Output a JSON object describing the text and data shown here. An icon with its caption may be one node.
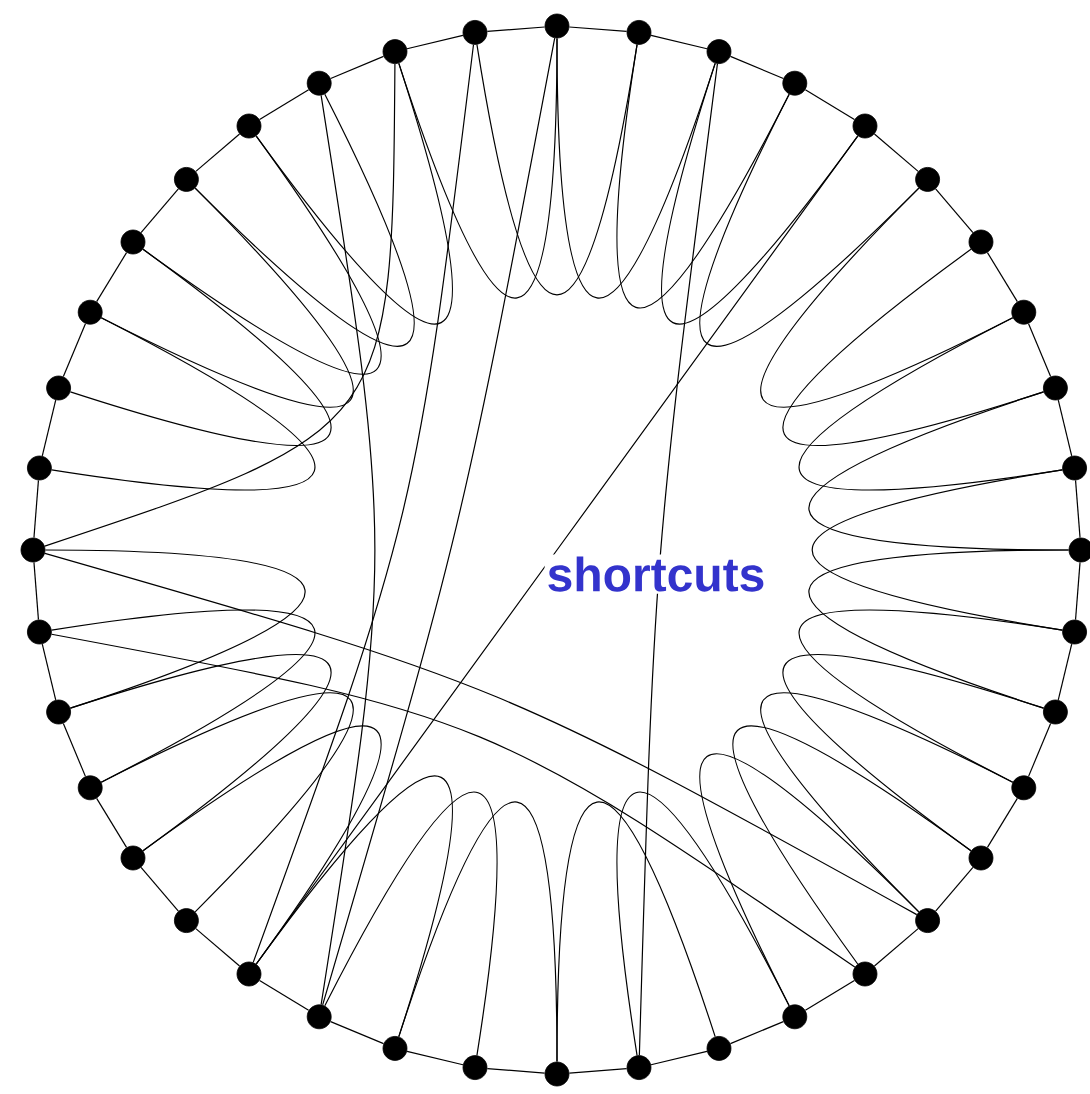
{
  "diagram": {
    "nodes": [
      {
        "text": [],
        "shape": "circle"
      },
      {
        "text": [],
        "shape": "circle"
      },
      {
        "text": [],
        "shape": "circle"
      },
      {
        "text": [],
        "shape": "circle"
      },
      {
        "text": [],
        "shape": "circle"
      },
      {
        "text": [],
        "shape": "circle"
      },
      {
        "text": [],
        "shape": "circle"
      },
      {
        "text": [],
        "shape": "circle"
      },
      {
        "text": [],
        "shape": "circle"
      },
      {
        "text": [],
        "shape": "circle"
      },
      {
        "text": [],
        "shape": "circle"
      },
      {
        "text": [],
        "shape": "circle"
      },
      {
        "text": [],
        "shape": "circle"
      },
      {
        "text": [],
        "shape": "circle"
      },
      {
        "text": [],
        "shape": "circle"
      },
      {
        "text": [],
        "shape": "circle"
      },
      {
        "text": [],
        "shape": "circle"
      },
      {
        "text": [],
        "shape": "circle"
      },
      {
        "text": [],
        "shape": "circle"
      },
      {
        "text": [],
        "shape": "circle"
      },
      {
        "text": [],
        "shape": "circle"
      },
      {
        "text": [],
        "shape": "circle"
      },
      {
        "text": [],
        "shape": "circle"
      },
      {
        "text": [],
        "shape": "circle"
      },
      {
        "text": [],
        "shape": "circle"
      },
      {
        "text": [],
        "shape": "circle"
      },
      {
        "text": [],
        "shape": "circle"
      },
      {
        "text": [],
        "shape": "circle"
      },
      {
        "text": [],
        "shape": "circle"
      },
      {
        "text": [],
        "shape": "circle"
      },
      {
        "text": [],
        "shape": "circle"
      },
      {
        "text": [],
        "shape": "circle"
      },
      {
        "text": [],
        "shape": "circle"
      },
      {
        "text": [],
        "shape": "circle"
      },
      {
        "text": [],
        "shape": "circle"
      },
      {
        "text": [],
        "shape": "circle"
      },
      {
        "text": [],
        "shape": "circle"
      },
      {
        "text": [],
        "shape": "circle"
      },
      {
        "text": [],
        "shape": "circle"
      },
      {
        "text": [],
        "shape": "circle"
      }
    ],
    "edges": [
      {
        "from": 0,
        "to": 1,
        "arrow": "none"
      },
      {
        "from": 1,
        "to": 2,
        "arrow": "none"
      },
      {
        "from": 2,
        "to": 3,
        "arrow": "none"
      },
      {
        "from": 3,
        "to": 4,
        "arrow": "none"
      },
      {
        "from": 4,
        "to": 5,
        "arrow": "none"
      },
      {
        "from": 5,
        "to": 6,
        "arrow": "none"
      },
      {
        "from": 6,
        "to": 7,
        "arrow": "none"
      },
      {
        "from": 7,
        "to": 8,
        "arrow": "none"
      },
      {
        "from": 8,
        "to": 9,
        "arrow": "none"
      },
      {
        "from": 9,
        "to": 10,
        "arrow": "none"
      },
      {
        "from": 10,
        "to": 11,
        "arrow": "none"
      },
      {
        "from": 11,
        "to": 12,
        "arrow": "none"
      },
      {
        "from": 12,
        "to": 13,
        "arrow": "none"
      },
      {
        "from": 13,
        "to": 14,
        "arrow": "none"
      },
      {
        "from": 14,
        "to": 15,
        "arrow": "none"
      },
      {
        "from": 15,
        "to": 16,
        "arrow": "none"
      },
      {
        "from": 16,
        "to": 17,
        "arrow": "none"
      },
      {
        "from": 17,
        "to": 18,
        "arrow": "none"
      },
      {
        "from": 18,
        "to": 19,
        "arrow": "none"
      },
      {
        "from": 19,
        "to": 20,
        "arrow": "none"
      },
      {
        "from": 20,
        "to": 21,
        "arrow": "none"
      },
      {
        "from": 21,
        "to": 22,
        "arrow": "none"
      },
      {
        "from": 22,
        "to": 23,
        "arrow": "none"
      },
      {
        "from": 23,
        "to": 24,
        "arrow": "none"
      },
      {
        "from": 24,
        "to": 25,
        "arrow": "none"
      },
      {
        "from": 25,
        "to": 26,
        "arrow": "none"
      },
      {
        "from": 26,
        "to": 27,
        "arrow": "none"
      },
      {
        "from": 27,
        "to": 28,
        "arrow": "none"
      },
      {
        "from": 28,
        "to": 29,
        "arrow": "none"
      },
      {
        "from": 29,
        "to": 30,
        "arrow": "none"
      },
      {
        "from": 30,
        "to": 31,
        "arrow": "none"
      },
      {
        "from": 31,
        "to": 32,
        "arrow": "none"
      },
      {
        "from": 32,
        "to": 33,
        "arrow": "none"
      },
      {
        "from": 33,
        "to": 34,
        "arrow": "none"
      },
      {
        "from": 34,
        "to": 35,
        "arrow": "none"
      },
      {
        "from": 35,
        "to": 36,
        "arrow": "none"
      },
      {
        "from": 36,
        "to": 37,
        "arrow": "none"
      },
      {
        "from": 37,
        "to": 38,
        "arrow": "none"
      },
      {
        "from": 38,
        "to": 39,
        "arrow": "none"
      },
      {
        "from": 39,
        "to": 0,
        "arrow": "none"
      },
      {
        "from": 1,
        "to": 3,
        "arrow": "none"
      },
      {
        "from": 3,
        "to": 5,
        "arrow": "none"
      },
      {
        "from": 5,
        "to": 7,
        "arrow": "none"
      },
      {
        "from": 6,
        "to": 8,
        "arrow": "none"
      },
      {
        "from": 7,
        "to": 9,
        "arrow": "none"
      },
      {
        "from": 8,
        "to": 10,
        "arrow": "none"
      },
      {
        "from": 9,
        "to": 11,
        "arrow": "none"
      },
      {
        "from": 10,
        "to": 12,
        "arrow": "none"
      },
      {
        "from": 11,
        "to": 13,
        "arrow": "none"
      },
      {
        "from": 12,
        "to": 14,
        "arrow": "none"
      },
      {
        "from": 13,
        "to": 15,
        "arrow": "none"
      },
      {
        "from": 14,
        "to": 16,
        "arrow": "none"
      },
      {
        "from": 15,
        "to": 17,
        "arrow": "none"
      },
      {
        "from": 17,
        "to": 19,
        "arrow": "none"
      },
      {
        "from": 18,
        "to": 20,
        "arrow": "none"
      },
      {
        "from": 20,
        "to": 22,
        "arrow": "none"
      },
      {
        "from": 21,
        "to": 23,
        "arrow": "none"
      },
      {
        "from": 22,
        "to": 24,
        "arrow": "none"
      },
      {
        "from": 24,
        "to": 26,
        "arrow": "none"
      },
      {
        "from": 25,
        "to": 27,
        "arrow": "none"
      },
      {
        "from": 26,
        "to": 28,
        "arrow": "none"
      },
      {
        "from": 27,
        "to": 29,
        "arrow": "none"
      },
      {
        "from": 28,
        "to": 30,
        "arrow": "none"
      },
      {
        "from": 31,
        "to": 33,
        "arrow": "none"
      },
      {
        "from": 32,
        "to": 34,
        "arrow": "none"
      },
      {
        "from": 33,
        "to": 35,
        "arrow": "none"
      },
      {
        "from": 34,
        "to": 36,
        "arrow": "none"
      },
      {
        "from": 35,
        "to": 37,
        "arrow": "none"
      },
      {
        "from": 36,
        "to": 38,
        "arrow": "none"
      },
      {
        "from": 38,
        "to": 0,
        "arrow": "none"
      },
      {
        "from": 39,
        "to": 1,
        "arrow": "none"
      },
      {
        "from": 0,
        "to": 2,
        "arrow": "none"
      },
      {
        "from": 2,
        "to": 4,
        "arrow": "none"
      },
      {
        "from": 2,
        "to": 19,
        "arrow": "none"
      },
      {
        "from": 4,
        "to": 24,
        "arrow": "none"
      },
      {
        "from": 0,
        "to": 23,
        "arrow": "none"
      },
      {
        "from": 39,
        "to": 24,
        "arrow": "none"
      },
      {
        "from": 37,
        "to": 23,
        "arrow": "none"
      },
      {
        "from": 30,
        "to": 38,
        "arrow": "none"
      },
      {
        "from": 30,
        "to": 15,
        "arrow": "none"
      },
      {
        "from": 29,
        "to": 16,
        "arrow": "none"
      }
    ],
    "labels": [
      "shortcuts"
    ]
  }
}
